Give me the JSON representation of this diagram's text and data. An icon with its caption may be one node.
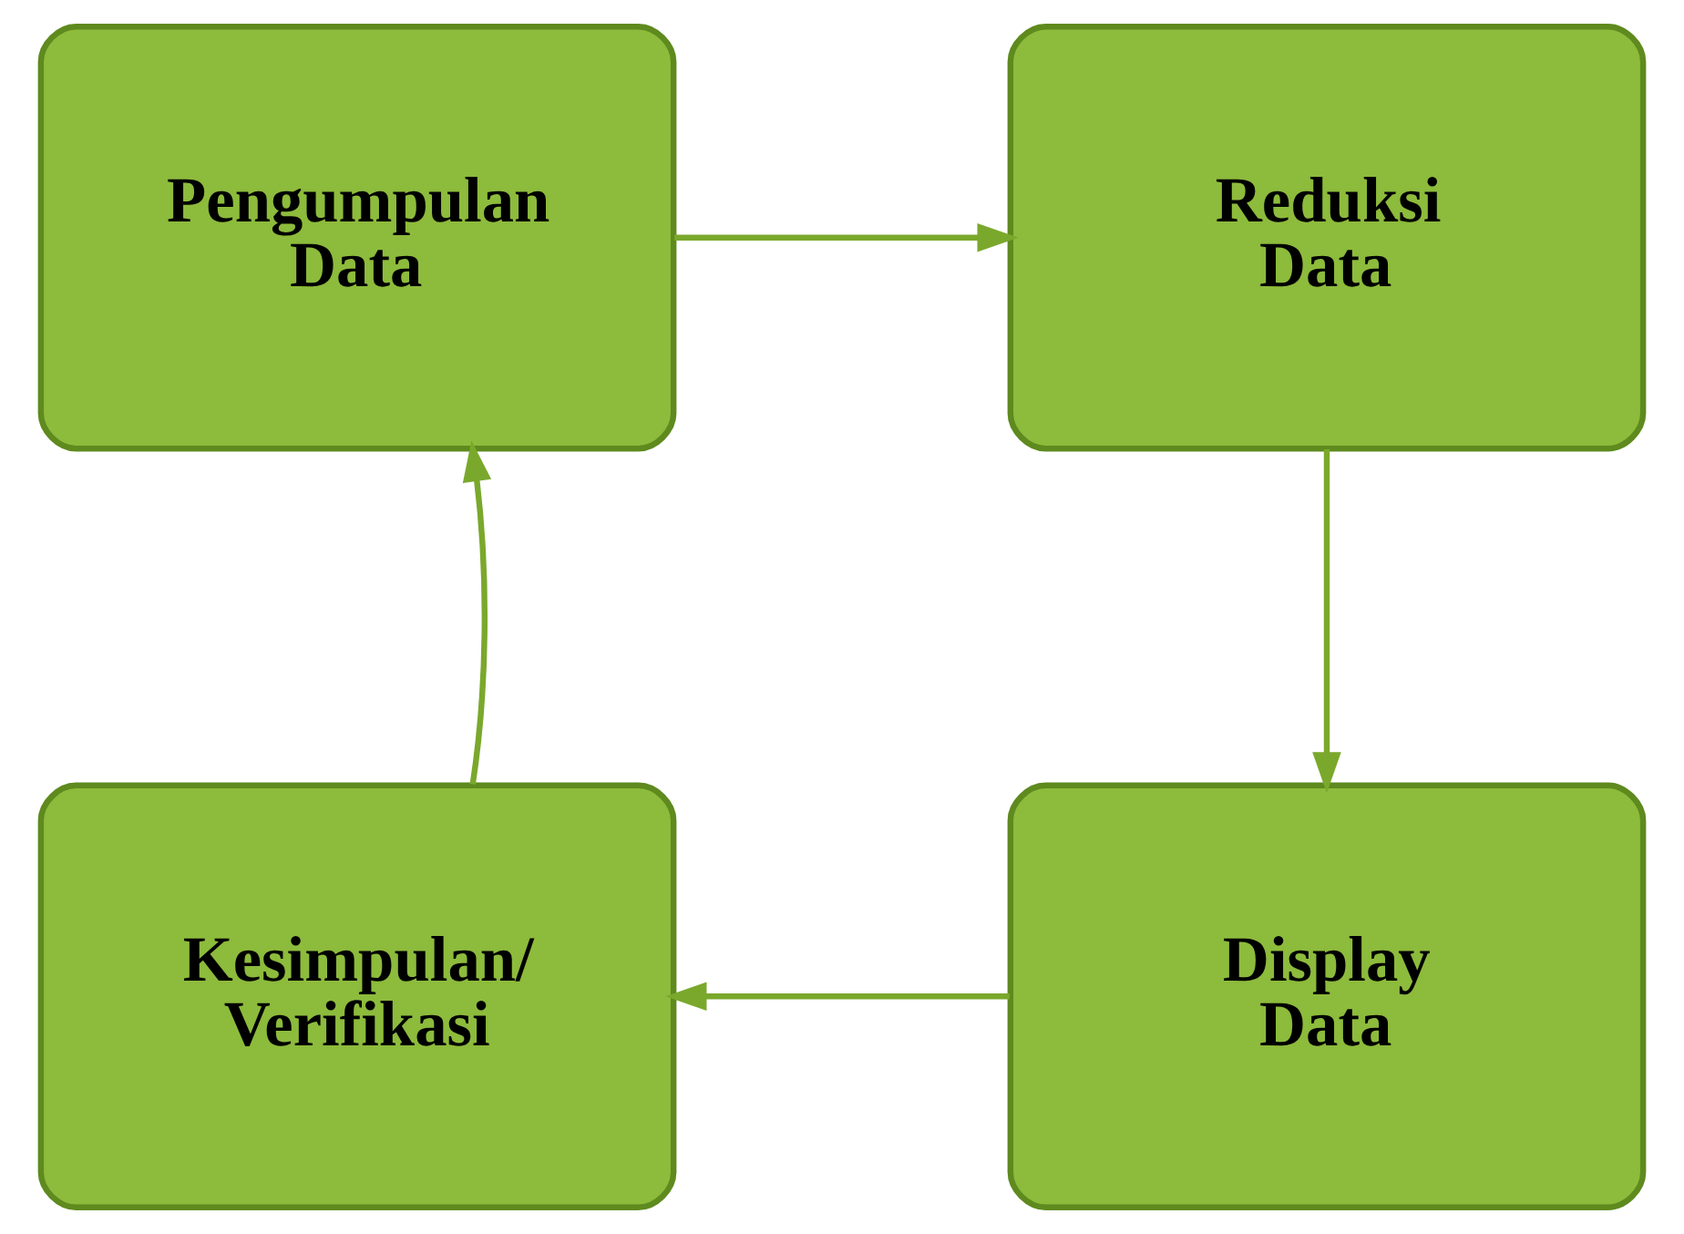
{
  "diagram": {
    "nodes": [
      {
        "text": [
          "Pengumpulan Data"
        ]
      },
      {
        "text": [
          "Reduksi Data"
        ]
      },
      {
        "text": [
          "Display Data"
        ]
      },
      {
        "text": [
          "Kesimpulan/ Verifikasi"
        ]
      }
    ],
    "edges": [
      {
        "from": 0,
        "to": 1,
        "arrow": "to"
      },
      {
        "from": 1,
        "to": 2,
        "arrow": "to"
      },
      {
        "from": 2,
        "to": 3,
        "arrow": "to"
      },
      {
        "from": 3,
        "to": 0,
        "arrow": "to"
      }
    ]
  }
}
